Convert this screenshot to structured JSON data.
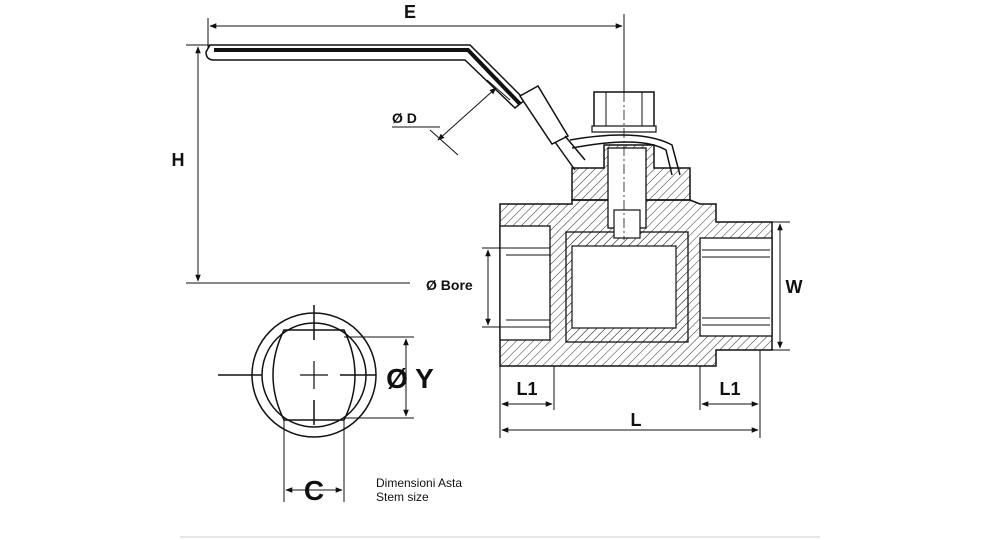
{
  "labels": {
    "E": "E",
    "H": "H",
    "D": "Ø D",
    "bore": "Ø Bore",
    "W": "W",
    "L1_left": "L1",
    "L1_right": "L1",
    "L": "L",
    "Y": "Ø Y",
    "C": "C"
  },
  "caption": {
    "line1": "Dimensioni Asta",
    "line2": "Stem size"
  }
}
